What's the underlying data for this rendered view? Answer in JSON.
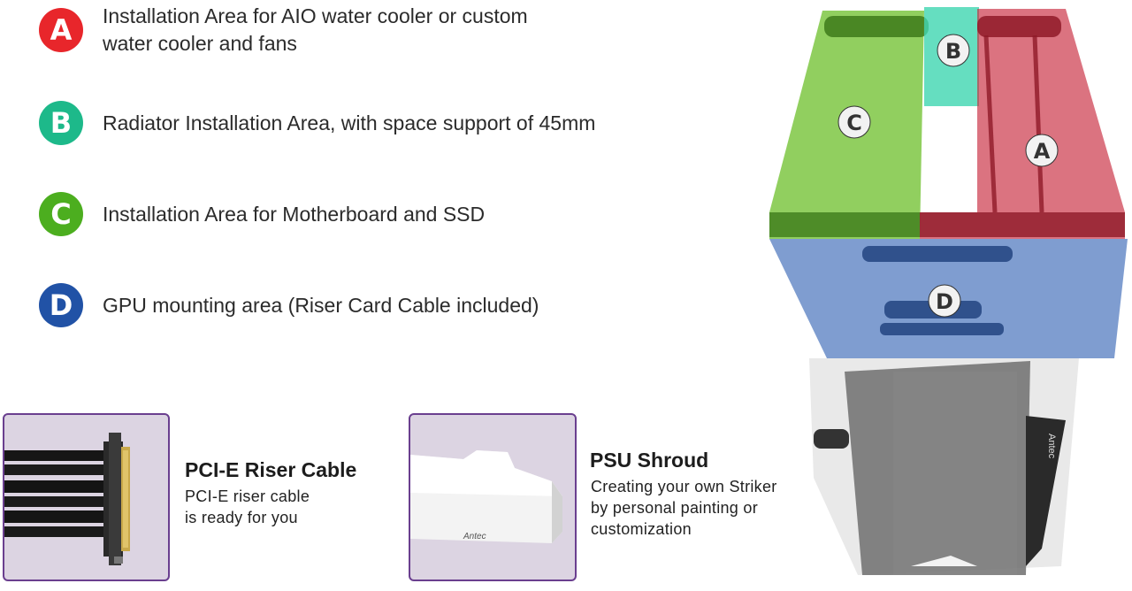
{
  "legend": [
    {
      "letter": "A",
      "color": "#e8262b",
      "text_lines": [
        "Installation Area for AIO water cooler or custom",
        "water cooler and fans"
      ]
    },
    {
      "letter": "B",
      "color": "#1db98a",
      "text_lines": [
        "Radiator Installation Area, with space support of 45mm"
      ]
    },
    {
      "letter": "C",
      "color": "#4cae1f",
      "text_lines": [
        "Installation Area for Motherboard and SSD"
      ]
    },
    {
      "letter": "D",
      "color": "#2152a6",
      "text_lines": [
        "GPU mounting area  (Riser Card Cable included)"
      ]
    }
  ],
  "features": {
    "riser": {
      "title": "PCI-E Riser Cable",
      "desc_lines": [
        "PCI-E riser cable",
        "is ready for you"
      ]
    },
    "psu": {
      "title": "PSU Shroud",
      "desc_lines": [
        "Creating your own Striker",
        "by personal painting or",
        "customization"
      ],
      "logo": "Antec"
    }
  },
  "diagram": {
    "markers": [
      "A",
      "B",
      "C",
      "D"
    ],
    "side_logo": "Antec",
    "zone_colors": {
      "A": "#c8283c",
      "B": "#3fd6b0",
      "C": "#6cbf2a",
      "D": "#2a5bb0"
    }
  }
}
